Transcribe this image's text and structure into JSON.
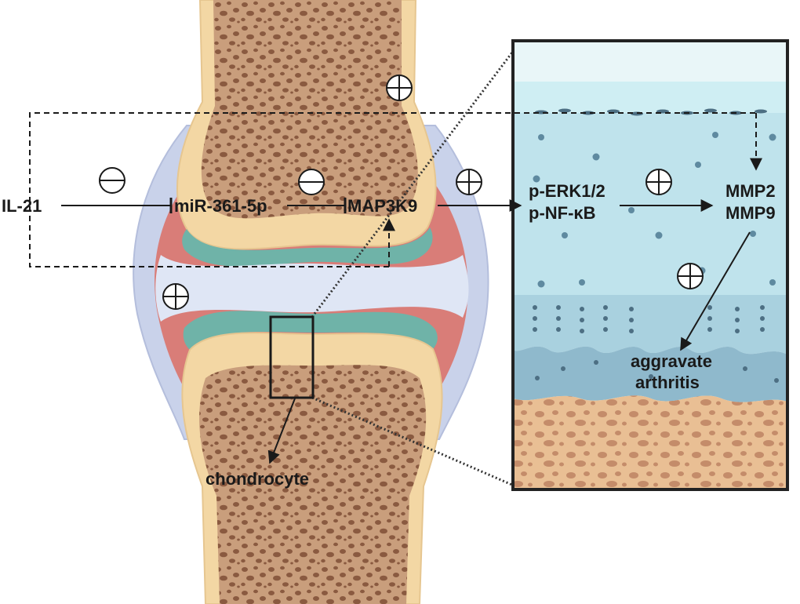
{
  "labels": {
    "il21": "IL-21",
    "mir": "miR-361-5p",
    "map3k9": "MAP3K9",
    "perk": "p-ERK1/2",
    "pnfkb": "p-NF-κB",
    "mmp2": "MMP2",
    "mmp9": "MMP9",
    "aggravate": "aggravate",
    "arthritis": "arthritis",
    "chondrocyte": "chondrocyte"
  },
  "symbols": {
    "inhibit": "minus-circle",
    "promote": "plus-circle"
  },
  "colors": {
    "bone_outer": "#f3d7a4",
    "bone_marrow": "#c99e7c",
    "bone_pore": "#8a5a40",
    "cartilage": "#6fb3a8",
    "synovial_fluid": "#dfe6f5",
    "synovium": "#d97d78",
    "capsule": "#c9d2ea",
    "zoom_cartilage": "#bfe3ec",
    "zoom_deep": "#8fb9cc",
    "zoom_bone": "#e9bf94"
  }
}
